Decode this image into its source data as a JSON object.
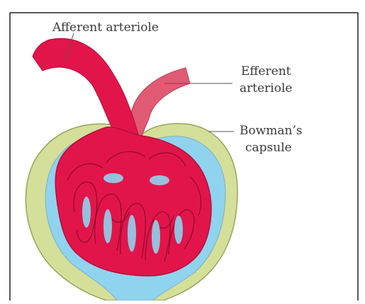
{
  "labels": {
    "afferent": "Afferent arteriole",
    "efferent_line1": "Efferent",
    "efferent_line2": "arteriole",
    "bowman_line1": "Bowman’s",
    "bowman_line2": "capsule"
  },
  "colors": {
    "vessel": "#e2154a",
    "vessel_outline": "#b80d38",
    "efferent_vessel": "#e05a73",
    "capsule_space": "#8fd3ef",
    "capsule_wall": "#d4df9a",
    "capsule_outline": "#98a45a",
    "border": "#222222",
    "leader_line": "#555555"
  }
}
